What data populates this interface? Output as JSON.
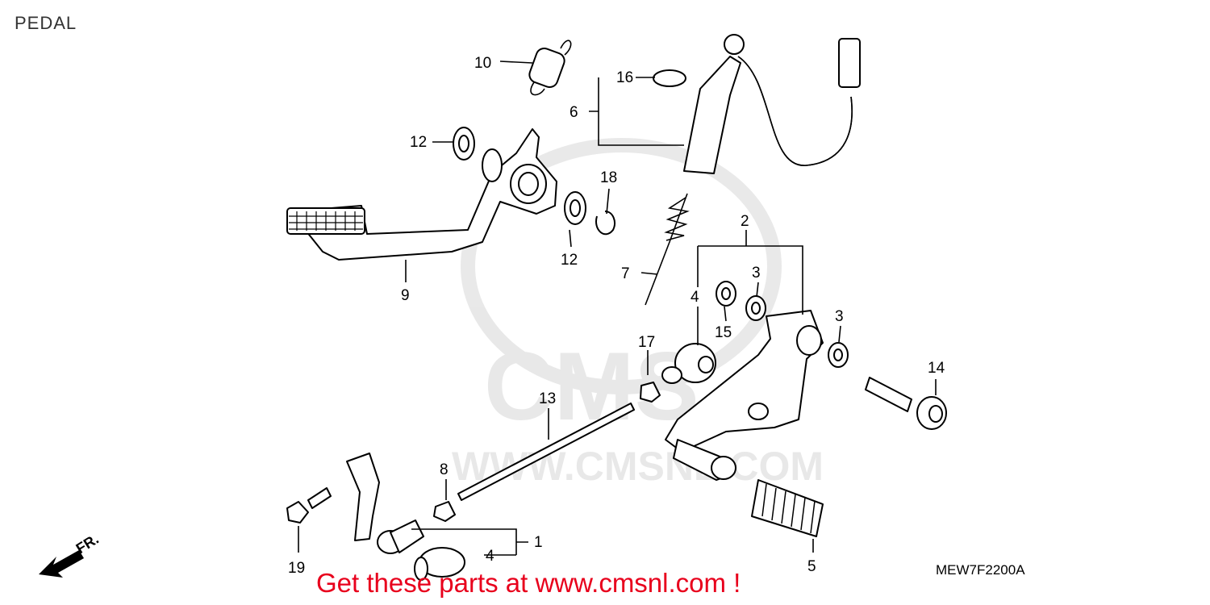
{
  "header": {
    "title": "PEDAL"
  },
  "footer": {
    "diagram_code": "MEW7F2200A",
    "promo_text": "Get these parts at www.cmsnl.com !"
  },
  "direction_marker": {
    "label": "FR.",
    "icon": "front-arrow-icon"
  },
  "watermark": {
    "text": "WWW.CMSNL.COM",
    "logo": "CMS"
  },
  "callouts": [
    {
      "id": "c1",
      "number": "1"
    },
    {
      "id": "c2",
      "number": "2"
    },
    {
      "id": "c3a",
      "number": "3"
    },
    {
      "id": "c3b",
      "number": "3"
    },
    {
      "id": "c4a",
      "number": "4"
    },
    {
      "id": "c4b",
      "number": "4"
    },
    {
      "id": "c5",
      "number": "5"
    },
    {
      "id": "c6",
      "number": "6"
    },
    {
      "id": "c7",
      "number": "7"
    },
    {
      "id": "c8",
      "number": "8"
    },
    {
      "id": "c9",
      "number": "9"
    },
    {
      "id": "c10",
      "number": "10"
    },
    {
      "id": "c12a",
      "number": "12"
    },
    {
      "id": "c12b",
      "number": "12"
    },
    {
      "id": "c13",
      "number": "13"
    },
    {
      "id": "c14",
      "number": "14"
    },
    {
      "id": "c15",
      "number": "15"
    },
    {
      "id": "c16",
      "number": "16"
    },
    {
      "id": "c17",
      "number": "17"
    },
    {
      "id": "c18",
      "number": "18"
    },
    {
      "id": "c19",
      "number": "19"
    }
  ]
}
